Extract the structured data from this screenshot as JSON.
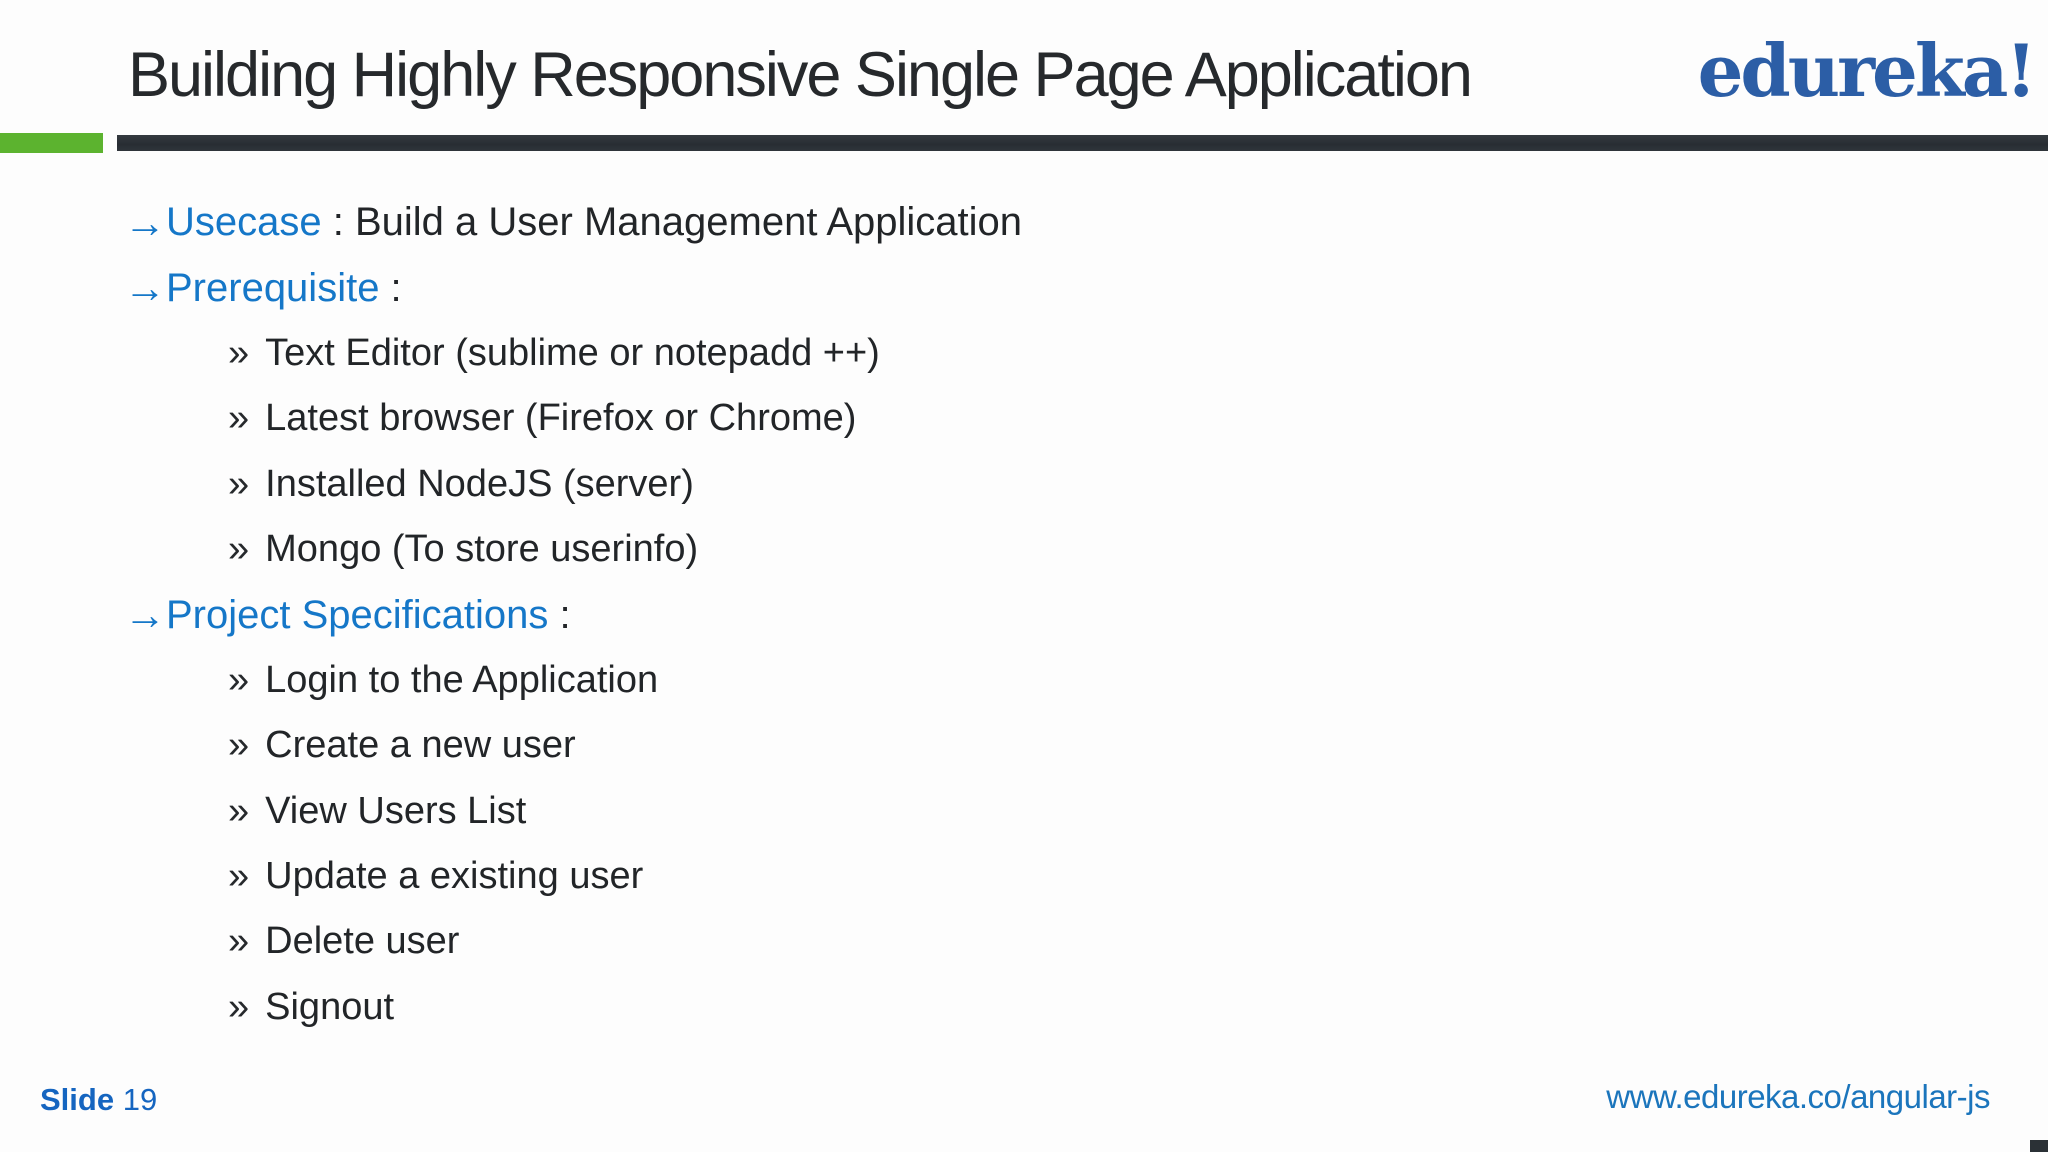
{
  "slide": {
    "title": "Building Highly Responsive Single Page Application",
    "logo_text": "edureka!",
    "icons": {
      "arrow": "→",
      "bullet": "»"
    },
    "sections": [
      {
        "label": "Usecase",
        "rest": " : Build a User Management Application",
        "items": []
      },
      {
        "label": "Prerequisite",
        "rest": " :",
        "items": [
          "Text Editor (sublime or notepadd ++)",
          "Latest browser (Firefox or Chrome)",
          "Installed NodeJS (server)",
          "Mongo (To store userinfo)"
        ]
      },
      {
        "label": "Project Specifications",
        "rest": " :",
        "items": [
          "Login to the Application",
          "Create a new user",
          "View Users List",
          "Update a existing user",
          "Delete user",
          "Signout"
        ]
      }
    ],
    "footer": {
      "slide_label": "Slide",
      "slide_number": "19",
      "url": "www.edureka.co/angular-js"
    },
    "colors": {
      "accent_green": "#5cb32f",
      "bar_dark": "#2b3136",
      "heading_blue": "#1577c8",
      "logo_blue": "#2c5ea6",
      "footer_blue": "#1565c0",
      "url_blue": "#1b75bc",
      "body_text": "#222528",
      "background": "#fdfdfd"
    }
  }
}
